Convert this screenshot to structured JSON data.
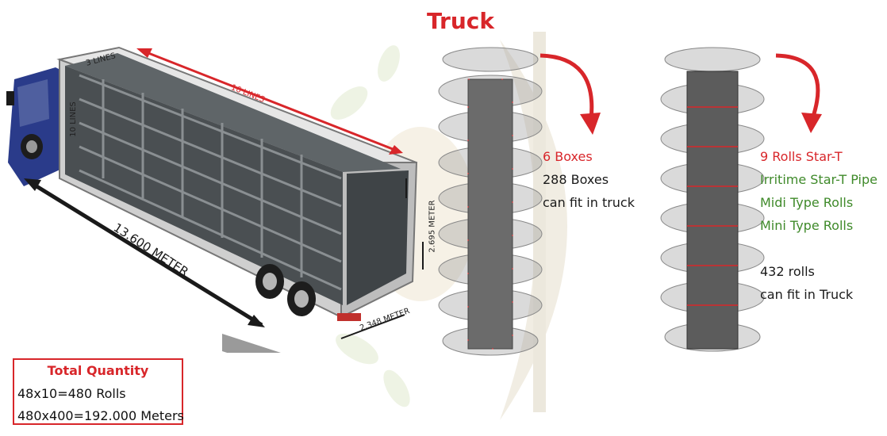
{
  "header": {
    "title": "Truck"
  },
  "truck": {
    "len_label": "13.600 METER",
    "lines16": "16 LINES",
    "lines3": "3 LINES",
    "lines10": "10 LINES",
    "height_label": "2.695 METER",
    "width_label": "2.348 METER"
  },
  "boxes_panel": {
    "line1": "6 Boxes",
    "line2": "288 Boxes",
    "line3": "can fit in truck"
  },
  "rolls_panel": {
    "line1": "9 Rolls Star-T",
    "line2": "Irritime Star-T Pipe",
    "line3": "Midi Type Rolls",
    "line4": "Mini Type Rolls",
    "line5": "432 rolls",
    "line6": "can fit in Truck"
  },
  "quantity": {
    "title": "Total Quantity",
    "line1": "48x10=480 Rolls",
    "line2": "480x400=192.000 Meters"
  },
  "colors": {
    "accent_red": "#d8262a",
    "label_green": "#3f8a2a",
    "cab_blue": "#2a3b8a"
  },
  "icons": [
    "leaf-watermark-icon",
    "curved-arrow-icon",
    "double-arrow-icon"
  ]
}
